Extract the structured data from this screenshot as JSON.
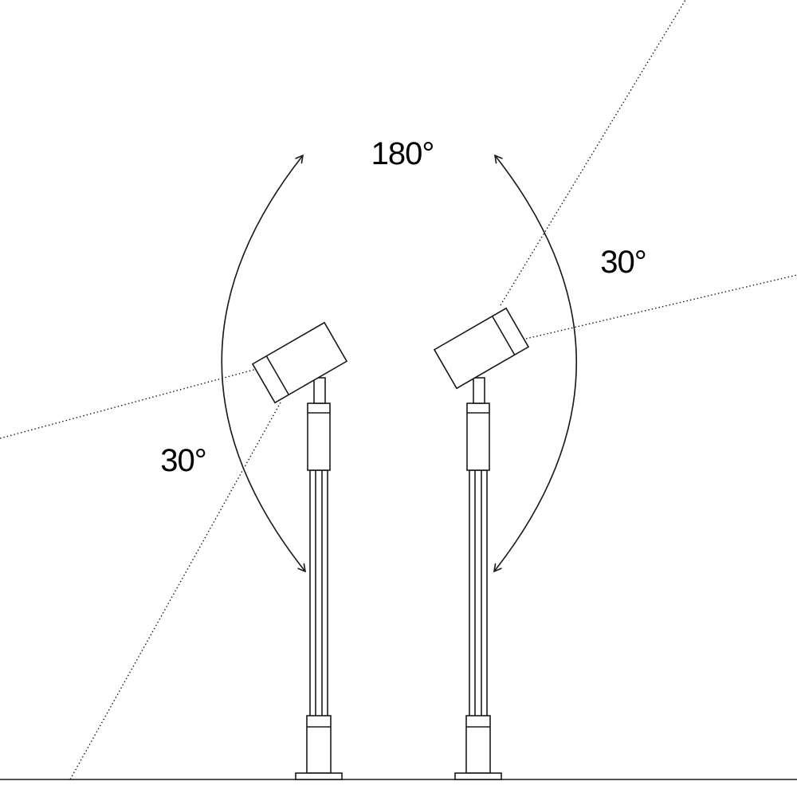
{
  "labels": {
    "total_rotation": "180°",
    "left_tilt": "30°",
    "right_tilt": "30°"
  },
  "colors": {
    "line": "#1a1a1a",
    "background": "#ffffff"
  },
  "icons": {
    "left_fixture": "spotlight-fixture-icon",
    "right_fixture": "spotlight-fixture-icon",
    "rotation_arrows": "curved-double-arrow-icon"
  }
}
